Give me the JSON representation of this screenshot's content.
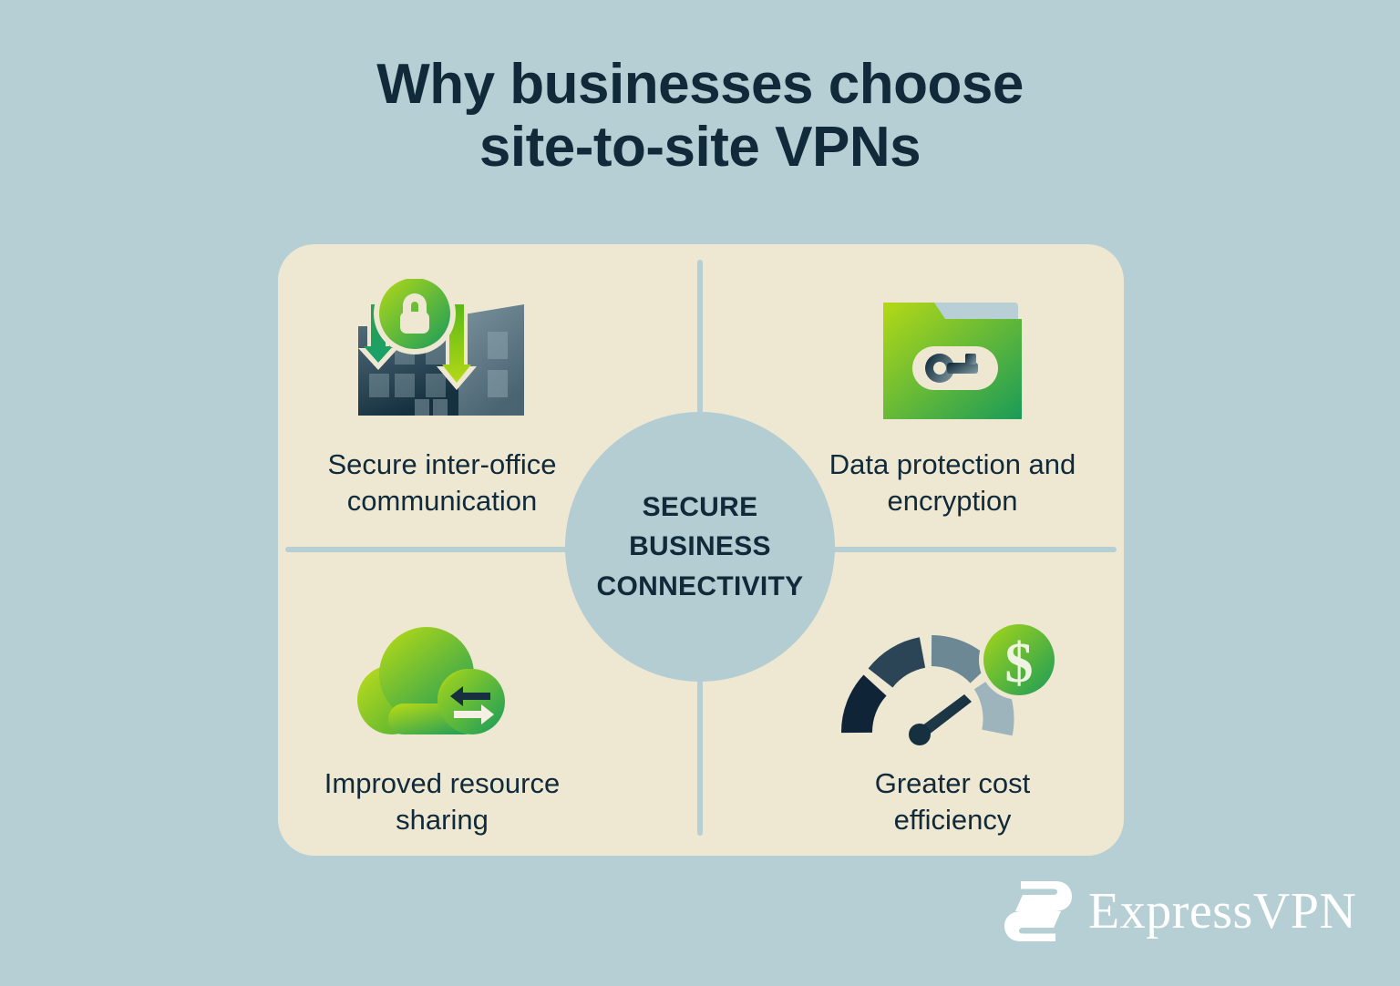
{
  "colors": {
    "background": "#b6cfd4",
    "card": "#eee8d3",
    "ink": "#102a3a",
    "circle": "#b3cdd3",
    "divider": "#b6cfd4",
    "green_light": "#a6d916",
    "green_dark": "#1f9d55",
    "logo_white": "#ffffff"
  },
  "title": {
    "line1": "Why businesses choose",
    "line2": "site-to-site VPNs"
  },
  "center": {
    "line1": "SECURE",
    "line2": "BUSINESS",
    "line3": "CONNECTIVITY"
  },
  "quadrants": [
    {
      "id": "top-left",
      "icon": "buildings-with-lock-icon",
      "label_line1": "Secure inter-office",
      "label_line2": "communication"
    },
    {
      "id": "top-right",
      "icon": "folder-with-key-icon",
      "label_line1": "Data protection and",
      "label_line2": "encryption"
    },
    {
      "id": "bottom-left",
      "icon": "cloud-with-exchange-arrows-icon",
      "label_line1": "Improved resource",
      "label_line2": "sharing"
    },
    {
      "id": "bottom-right",
      "icon": "gauge-with-dollar-icon",
      "label_line1": "Greater cost",
      "label_line2": "efficiency"
    }
  ],
  "logo": {
    "mark": "expressvpn-e-mark-icon",
    "wordmark": "ExpressVPN"
  }
}
